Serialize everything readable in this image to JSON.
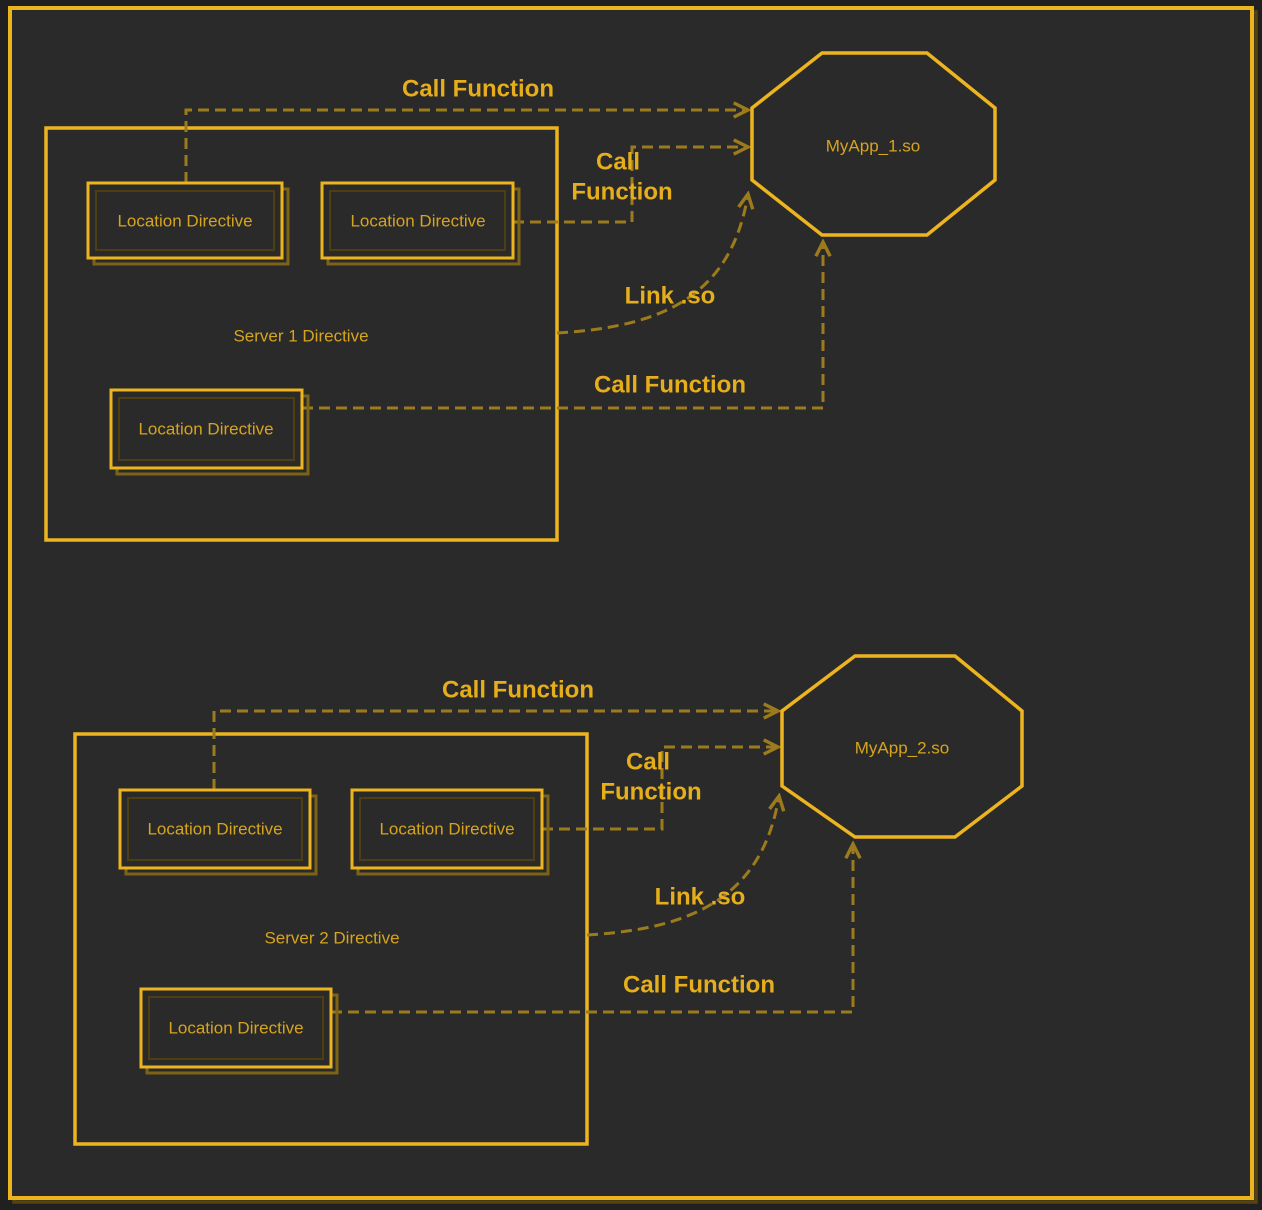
{
  "colors": {
    "canvas_background": "#2a2a2a",
    "outside_background": "#202020",
    "line_bright_gold": "#ecb41f",
    "line_dim_gold": "#9c7b1c",
    "box_shadow_gold": "#7d6316",
    "text_gold_small": "#d6a41d",
    "text_gold_label": "#e6ae1c"
  },
  "sections": [
    {
      "server_label": "Server 1 Directive",
      "app_label": "MyApp_1.so",
      "location_labels": [
        "Location Directive",
        "Location Directive",
        "Location Directive"
      ],
      "edges": {
        "call_top": "Call Function",
        "call_mid": [
          "Call",
          "Function"
        ],
        "link": "Link .so",
        "call_bottom": "Call Function"
      }
    },
    {
      "server_label": "Server 2 Directive",
      "app_label": "MyApp_2.so",
      "location_labels": [
        "Location Directive",
        "Location Directive",
        "Location Directive"
      ],
      "edges": {
        "call_top": "Call Function",
        "call_mid": [
          "Call",
          "Function"
        ],
        "link": "Link .so",
        "call_bottom": "Call Function"
      }
    }
  ]
}
